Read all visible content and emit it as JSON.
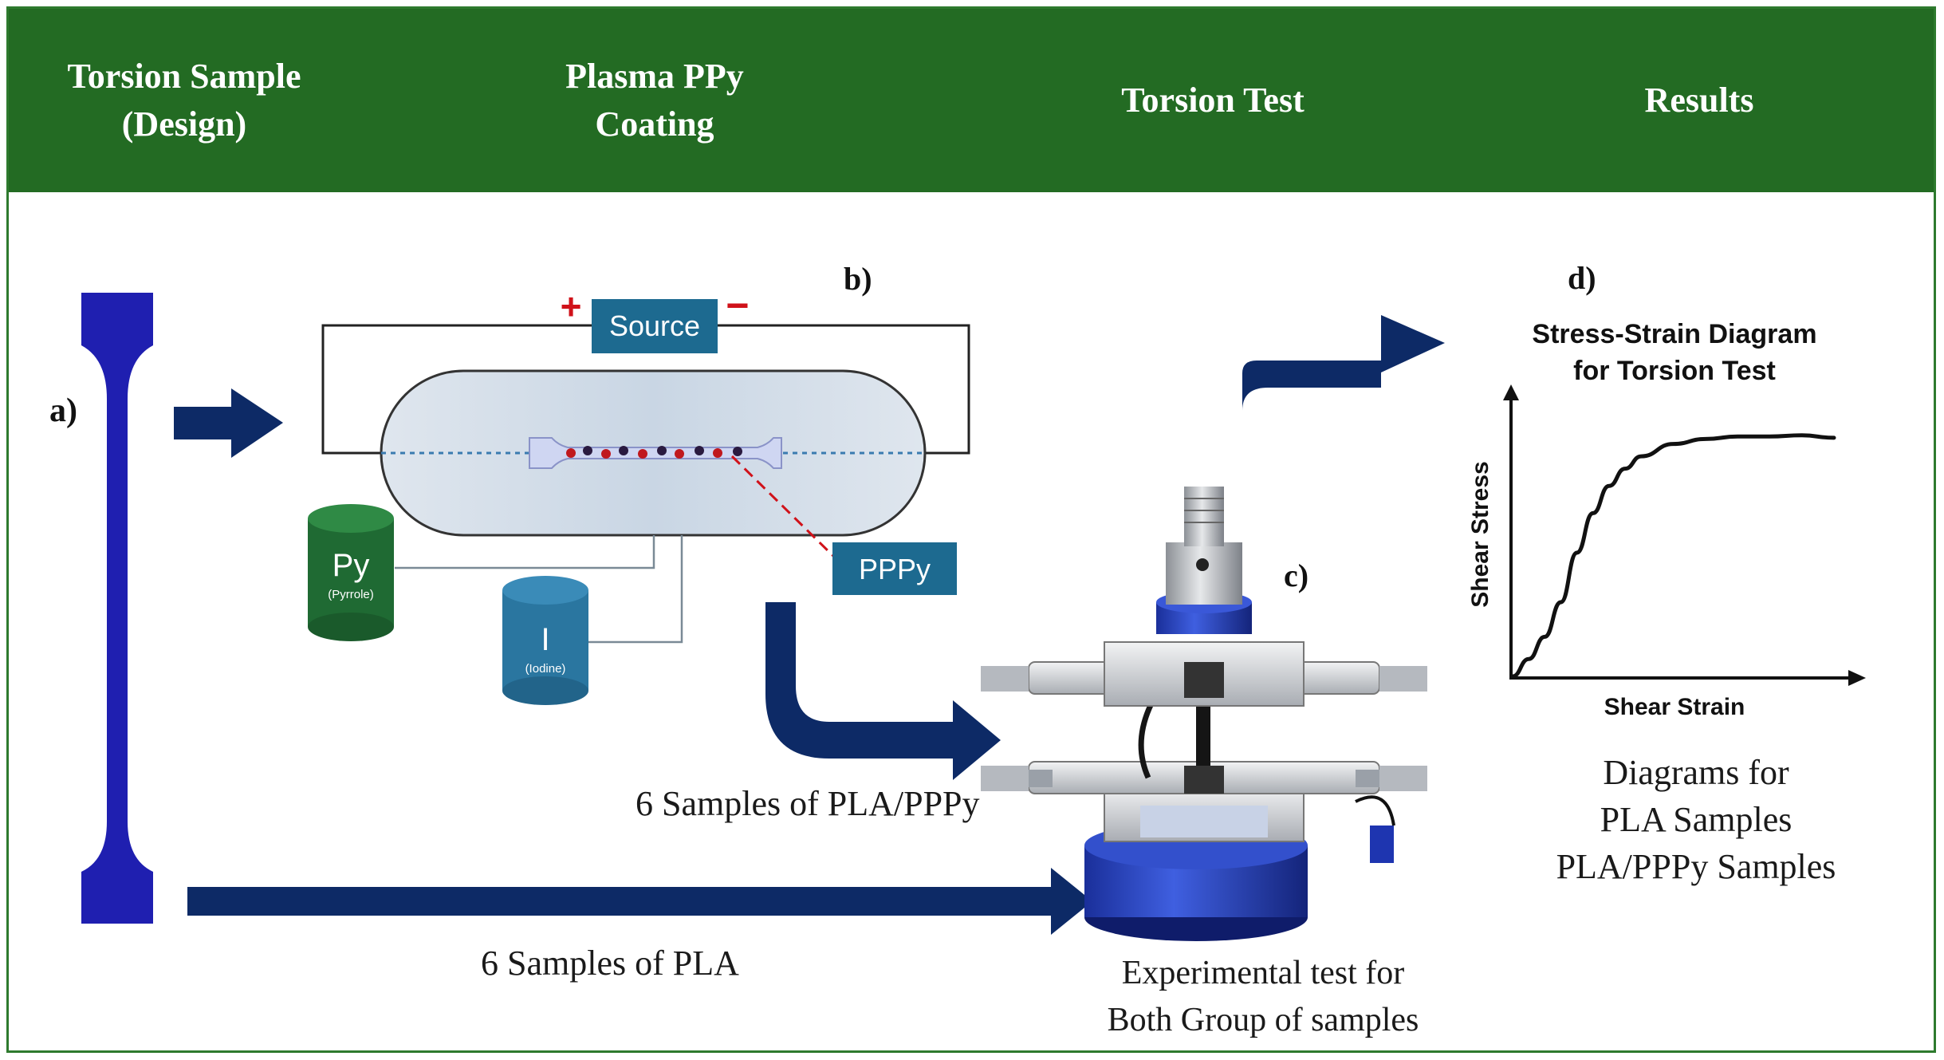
{
  "header": {
    "steps": [
      {
        "label": "Torsion Sample\n(Design)"
      },
      {
        "label": "Plasma PPy\nCoating"
      },
      {
        "label": "Torsion Test"
      },
      {
        "label": "Results"
      }
    ]
  },
  "panels": {
    "a": "a)",
    "b": "b)",
    "c": "c)",
    "d": "d)"
  },
  "plasma": {
    "source_label": "Source",
    "plus": "+",
    "minus": "−",
    "py_label": "Py",
    "py_sub": "(Pyrrole)",
    "iodine_label": "I",
    "iodine_sub": "(Iodine)",
    "ppy_label": "PPPy"
  },
  "flows": {
    "pppy_samples": "6 Samples of PLA/PPPy",
    "pla_samples": "6 Samples of PLA"
  },
  "test": {
    "caption_line1": "Experimental test for",
    "caption_line2": "Both Group of samples"
  },
  "chart": {
    "title_line1": "Stress-Strain Diagram",
    "title_line2": "for Torsion Test",
    "xlabel": "Shear Strain",
    "ylabel": "Shear Stress"
  },
  "results": {
    "line1": "Diagrams for",
    "line2": "PLA Samples",
    "line3": "PLA/PPPy Samples"
  },
  "chart_data": {
    "type": "line",
    "title": "Stress-Strain Diagram for Torsion Test",
    "xlabel": "Shear Strain",
    "ylabel": "Shear Stress",
    "grid": false,
    "series": [
      {
        "x": [
          0,
          0.05,
          0.1,
          0.15,
          0.2,
          0.25,
          0.3,
          0.35,
          0.4,
          0.5,
          0.6,
          0.7,
          0.8,
          0.9,
          1.0
        ],
        "y": [
          0,
          0.07,
          0.16,
          0.3,
          0.5,
          0.66,
          0.77,
          0.84,
          0.89,
          0.94,
          0.96,
          0.97,
          0.97,
          0.975,
          0.965
        ]
      }
    ]
  },
  "colors": {
    "header_bg": "#236b23",
    "arrow": "#0d2a66",
    "sample": "#1f1fb0",
    "label_box": "#1d6a90",
    "py_can": "#1f6a33",
    "iodine_can": "#2a76a0",
    "dopant": "#c0181e"
  }
}
